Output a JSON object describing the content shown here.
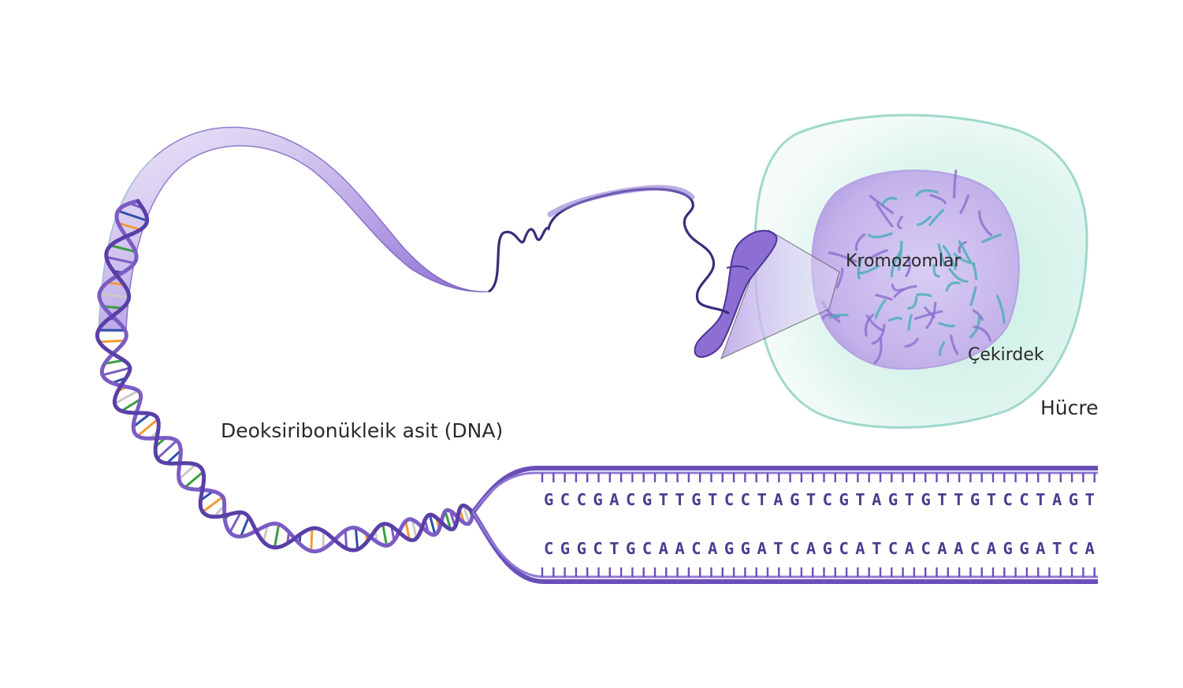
{
  "labels": {
    "chromosomes": "Kromozomlar",
    "nucleus": "Çekirdek",
    "cell": "Hücre",
    "dna": "Deoksiribonükleik asit (DNA)"
  },
  "sequence": {
    "top_strand": "GCCGACGTTGTCCTAGTCGTAGTGTTGTCCTAGT",
    "bottom_strand": "CGGCTGCAACAGGATCAGCATCACAACAGGATCA"
  },
  "colors": {
    "backbone": "#7b5cc4",
    "backbone_dark": "#4b3596",
    "ribbon": "#a98fe0",
    "nucleus": "#c9b8ec",
    "cell": "#cfeee6",
    "chromosome_teal": "#47aeb8",
    "chromosome_purple": "#8c6fd0",
    "base_colors": [
      "#f29a38",
      "#3a9e3f",
      "#3050a8",
      "#c9c9c9",
      "#7a5bc2"
    ]
  }
}
